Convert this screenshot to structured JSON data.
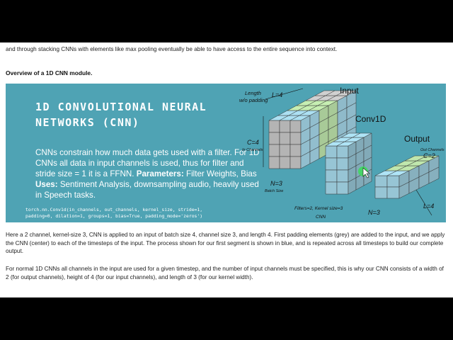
{
  "intro_text": "and through stacking CNNs with elements like max pooling eventually be able to have access to the entire sequence into context.",
  "section_heading": "Overview of a 1D CNN module.",
  "banner": {
    "title_line1": "1D CONVOLUTIONAL NEURAL",
    "title_line2": "NETWORKS (CNN)",
    "desc_part1": "CNNs constrain how much data gets used with a filter. For 1D CNNs all data in input channels is used, thus for filter and stride size = 1 it is a FFNN.",
    "params_label": "Parameters:",
    "params_value": "Filter Weights, Bias",
    "uses_label": "Uses:",
    "uses_value": "Sentiment Analysis, downsampling audio, heavily used in Speech tasks.",
    "code_line1": "torch.nn.Conv1d(in_channels, out_channels, kernel_size, stride=1,",
    "code_line2": "padding=0, dilation=1, groups=1, bias=True, padding_mode='zeros')"
  },
  "diagram": {
    "input_label": "Input",
    "conv_label": "Conv1D",
    "output_label": "Output",
    "length_label_line1": "Length",
    "length_label_line2": "w/o padding",
    "l4_label": "L=4",
    "c4_label": "C=4",
    "in_channels_label": "In Channels",
    "n3_label": "N=3",
    "batch_size_label": "Batch Size",
    "filters_label": "Filters=2, Kernel size=3",
    "cnn_label": "CNN",
    "out_channels_label": "Out Channels",
    "c2_label": "C=2",
    "out_n3_label": "N=3",
    "out_l4_label": "L=4"
  },
  "para2_text": "Here a 2 channel, kernel-size 3, CNN is applied to an input of batch size 4, channel size 3, and length 4. First padding elements (grey) are added to the input, and we apply the CNN (center) to each of the timesteps of the input. The process shown for our first segment is shown in blue, and is repeated across all timesteps to build our complete output.",
  "para3_text": "For normal 1D CNNs all channels in the input are used for a given timestep, and the number of input channels must be specified, this is why our CNN consists of a width of 2 (for output channels), height of 4 (for our input channels), and length of 3 (for our kernel width).",
  "colors": {
    "banner_bg": "#4fa3b4",
    "cube_grey": "#bdbdbd",
    "cube_blue": "#9fcfe0",
    "cube_green": "#b7dca5",
    "cursor_highlight": "#3ddc5a"
  }
}
